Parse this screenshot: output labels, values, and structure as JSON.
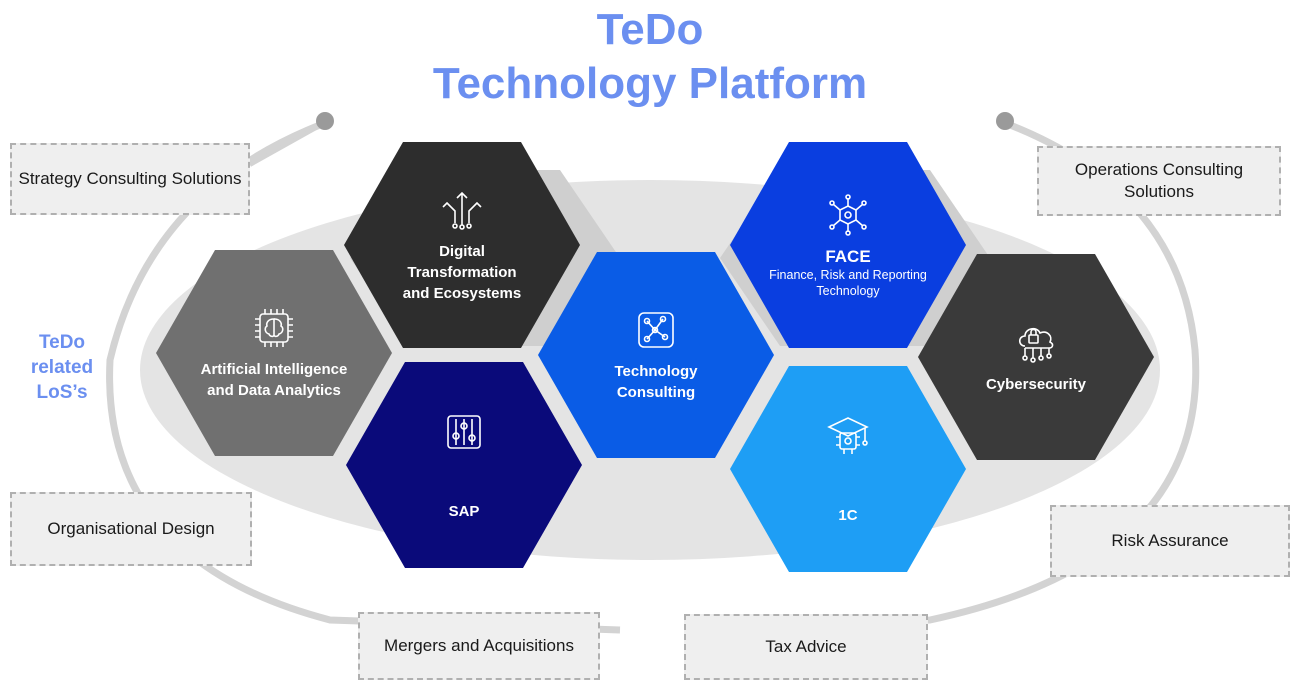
{
  "title": {
    "line1": "TeDo",
    "line2": "Technology Platform"
  },
  "los_label": "TeDo related LoS’s",
  "hexagons": [
    {
      "label": "Artificial Intelligence and Data Analytics",
      "color": "#707070",
      "icon": "brain-chip-icon"
    },
    {
      "label": "Digital Transformation and Ecosystems",
      "color": "#2d2d2d",
      "icon": "branching-arrows-icon"
    },
    {
      "label": "SAP",
      "color": "#0a0a7a",
      "icon": "sliders-icon"
    },
    {
      "label": "Technology Consulting",
      "color": "#0a5ce6",
      "icon": "network-nodes-icon"
    },
    {
      "label": "FACE",
      "sublabel": "Finance, Risk and Reporting Technology",
      "color": "#0a3ee0",
      "icon": "chip-circuit-icon"
    },
    {
      "label": "1C",
      "color": "#1e9ef5",
      "icon": "graduation-chip-icon"
    },
    {
      "label": "Cybersecurity",
      "color": "#3a3a3a",
      "icon": "cloud-lock-icon"
    }
  ],
  "boxes": [
    {
      "label": "Strategy Consulting Solutions"
    },
    {
      "label": "Operations Consulting Solutions"
    },
    {
      "label": "Organisational Design"
    },
    {
      "label": "Risk Assurance"
    },
    {
      "label": "Mergers and Acquisitions"
    },
    {
      "label": "Tax Advice"
    }
  ],
  "colors": {
    "title": "#6b8ff0",
    "ring": "#d3d3d3",
    "ellipse": "#e4e4e4"
  }
}
